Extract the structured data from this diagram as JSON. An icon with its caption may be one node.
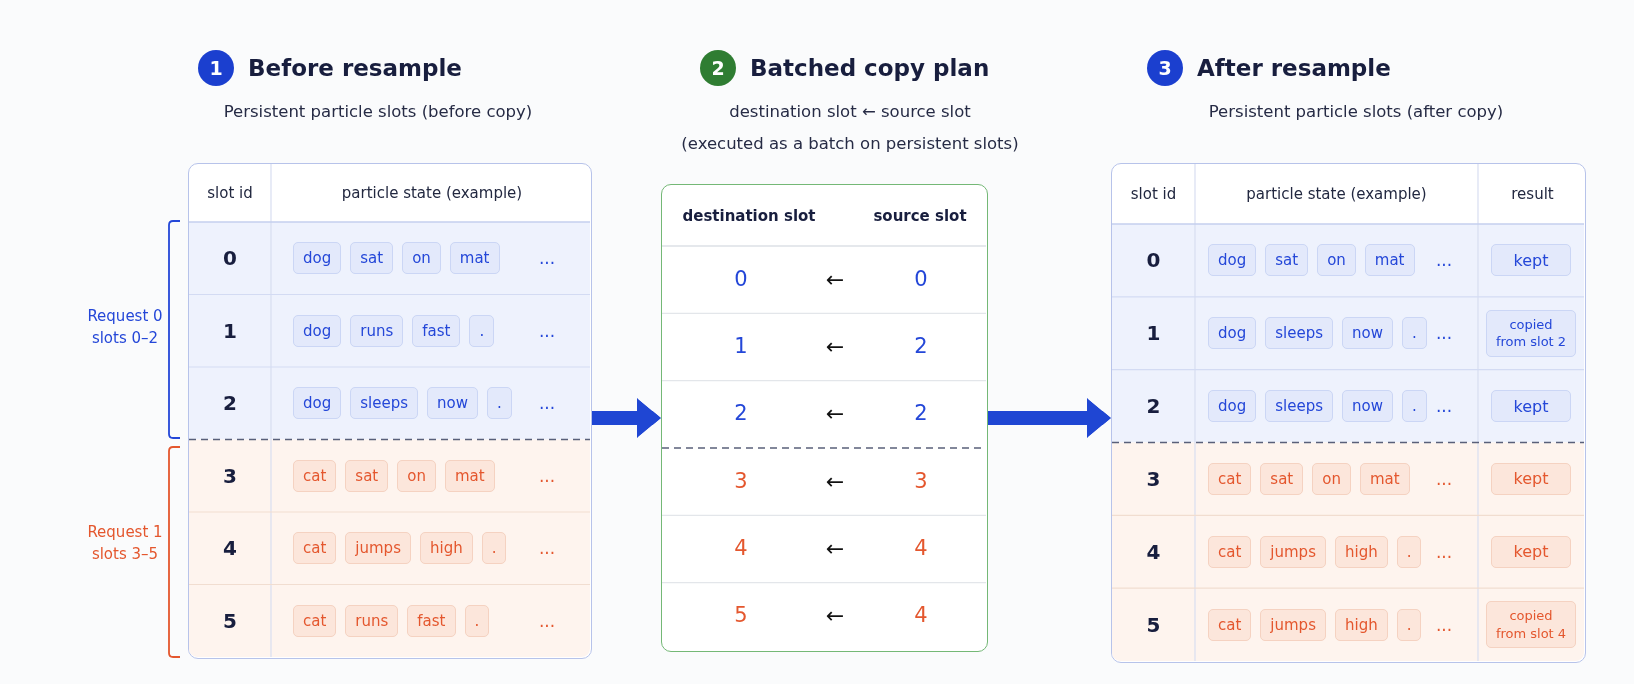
{
  "diagram": {
    "nodes": [
      {
        "text": [
          "1"
        ]
      },
      {
        "text": [
          "Before resample",
          "Persistent particle slots (before copy)"
        ]
      },
      {
        "text": [
          "dog"
        ],
        "in": 1
      },
      {
        "text": [
          "sat"
        ],
        "in": 1
      },
      {
        "text": [
          "on"
        ],
        "in": 1
      },
      {
        "text": [
          "mat"
        ],
        "in": 1
      },
      {
        "text": [
          "dog"
        ],
        "in": 1
      },
      {
        "text": [
          "runs"
        ],
        "in": 1
      },
      {
        "text": [
          "fast"
        ],
        "in": 1
      },
      {
        "text": [
          "."
        ],
        "in": 1
      },
      {
        "text": [
          "dog"
        ],
        "in": 1
      },
      {
        "text": [
          "sleeps"
        ],
        "in": 1
      },
      {
        "text": [
          "now"
        ],
        "in": 1
      },
      {
        "text": [
          "."
        ],
        "in": 1
      },
      {
        "text": [
          "cat"
        ],
        "in": 1
      },
      {
        "text": [
          "sat"
        ],
        "in": 1
      },
      {
        "text": [
          "on"
        ],
        "in": 1
      },
      {
        "text": [
          "mat"
        ],
        "in": 1
      },
      {
        "text": [
          "cat"
        ],
        "in": 1
      },
      {
        "text": [
          "jumps"
        ],
        "in": 1
      },
      {
        "text": [
          "high"
        ],
        "in": 1
      },
      {
        "text": [
          "."
        ],
        "in": 1
      },
      {
        "text": [
          "cat"
        ],
        "in": 1
      },
      {
        "text": [
          "runs"
        ],
        "in": 1
      },
      {
        "text": [
          "fast"
        ],
        "in": 1
      },
      {
        "text": [
          "."
        ],
        "in": 1
      },
      {
        "text": [
          "2"
        ]
      },
      {
        "text": [
          "Batched copy plan",
          "destination slot ← source slot",
          "(executed as a batch on persistent slots)"
        ]
      },
      {
        "text": [
          "3"
        ]
      },
      {
        "text": [
          "After resample",
          "Persistent particle slots (after copy)"
        ]
      },
      {
        "text": [
          "dog"
        ],
        "in": 29
      },
      {
        "text": [
          "sat"
        ],
        "in": 29
      },
      {
        "text": [
          "on"
        ],
        "in": 29
      },
      {
        "text": [
          "mat"
        ],
        "in": 29
      },
      {
        "text": [
          "kept"
        ],
        "in": 29
      },
      {
        "text": [
          "dog"
        ],
        "in": 29
      },
      {
        "text": [
          "sleeps"
        ],
        "in": 29
      },
      {
        "text": [
          "now"
        ],
        "in": 29
      },
      {
        "text": [
          "."
        ],
        "in": 29
      },
      {
        "text": [
          "copied from slot 2"
        ],
        "in": 29
      },
      {
        "text": [
          "dog"
        ],
        "in": 29
      },
      {
        "text": [
          "sleeps"
        ],
        "in": 29
      },
      {
        "text": [
          "now"
        ],
        "in": 29
      },
      {
        "text": [
          "."
        ],
        "in": 29
      },
      {
        "text": [
          "kept"
        ],
        "in": 29
      },
      {
        "text": [
          "cat"
        ],
        "in": 29
      },
      {
        "text": [
          "sat"
        ],
        "in": 29
      },
      {
        "text": [
          "on"
        ],
        "in": 29
      },
      {
        "text": [
          "mat"
        ],
        "in": 29
      },
      {
        "text": [
          "kept"
        ],
        "in": 29
      },
      {
        "text": [
          "cat"
        ],
        "in": 29
      },
      {
        "text": [
          "jumps"
        ],
        "in": 29
      },
      {
        "text": [
          "high"
        ],
        "in": 29
      },
      {
        "text": [
          "."
        ],
        "in": 29
      },
      {
        "text": [
          "kept"
        ],
        "in": 29
      },
      {
        "text": [
          "cat"
        ],
        "in": 29
      },
      {
        "text": [
          "jumps"
        ],
        "in": 29
      },
      {
        "text": [
          "high"
        ],
        "in": 29
      },
      {
        "text": [
          "."
        ],
        "in": 29
      },
      {
        "text": [
          "copied from slot 4"
        ],
        "in": 29
      }
    ],
    "edges": [
      {
        "from": 1,
        "to": 27,
        "arrow": "to"
      },
      {
        "from": 27,
        "to": 29,
        "arrow": "to"
      }
    ],
    "labels": [
      "Request 0 slots 0–2",
      "Request 1 slots 3–5",
      "slot id",
      "particle state (example)",
      "0",
      "...",
      "1",
      "...",
      "2",
      "...",
      "3",
      "...",
      "4",
      "...",
      "5",
      "...",
      "destination slot",
      "source slot",
      "0",
      "←",
      "0",
      "1",
      "←",
      "2",
      "2",
      "←",
      "2",
      "3",
      "←",
      "3",
      "4",
      "←",
      "4",
      "5",
      "←",
      "4",
      "slot id",
      "particle state (example)",
      "result",
      "0",
      "...",
      "1",
      "...",
      "2",
      "...",
      "3",
      "...",
      "4",
      "...",
      "5",
      "..."
    ]
  }
}
